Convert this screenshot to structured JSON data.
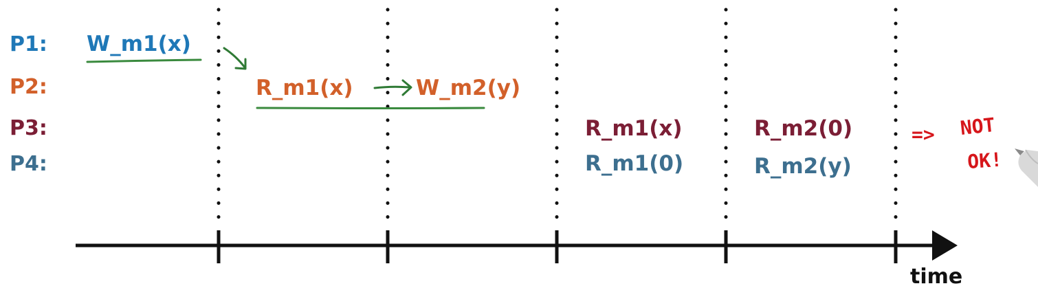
{
  "colors": {
    "p1": "#1f78b7",
    "p2": "#d2602a",
    "p3": "#7b1e35",
    "p4": "#3d6f8f",
    "underline": "#3a8a3e",
    "note": "#d6161b",
    "axis": "#111111"
  },
  "processes": [
    {
      "label": "P1:"
    },
    {
      "label": "P2:"
    },
    {
      "label": "P3:"
    },
    {
      "label": "P4:"
    }
  ],
  "operations": {
    "w_m1_x": "W_m1(x)",
    "r_m1_x_p2": "R_m1(x)",
    "w_m2_y": "W_m2(y)",
    "r_m1_x_p3": "R_m1(x)",
    "r_m1_0_p4": "R_m1(0)",
    "r_m2_0_p3": "R_m2(0)",
    "r_m2_y_p4": "R_m2(y)"
  },
  "axis": {
    "label": "time"
  },
  "annotation": {
    "arrow": "=>",
    "line1": "NOT",
    "line2": "OK!"
  }
}
